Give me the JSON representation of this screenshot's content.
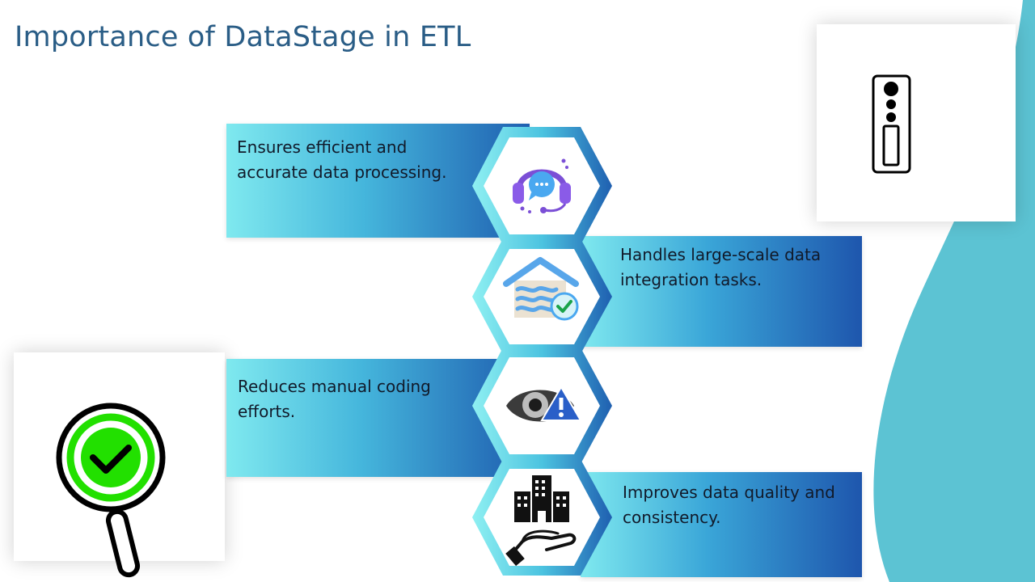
{
  "slide": {
    "title": "Importance of DataStage in ETL"
  },
  "points": [
    {
      "text": "Ensures efficient and accurate data processing.",
      "icon": "headset-chat-icon"
    },
    {
      "text": "Handles large-scale data integration tasks.",
      "icon": "house-check-icon"
    },
    {
      "text": "Reduces manual coding efforts.",
      "icon": "eye-warning-icon"
    },
    {
      "text": "Improves data quality and consistency.",
      "icon": "building-hand-icon"
    }
  ],
  "decor": {
    "top_right_card_icon": "traffic-signal-icon",
    "bottom_left_card_icon": "magnifier-check-icon"
  },
  "colors": {
    "title": "#2a5d86",
    "accent_light": "#7fe9ef",
    "accent_mid": "#45b6dc",
    "accent_dark": "#1f5fb0",
    "wave": "#5cc3d3",
    "check_green": "#22e000"
  }
}
